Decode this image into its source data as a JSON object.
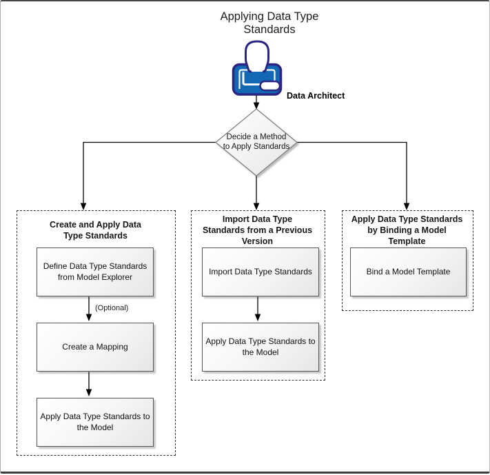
{
  "title": "Applying Data Type\nStandards",
  "actor": {
    "label": "Data Architect",
    "icon": "data-architect-person-icon"
  },
  "decision": {
    "label": "Decide a Method\nto Apply Standards"
  },
  "optional_label": "(Optional)",
  "groups": [
    {
      "title": "Create and Apply Data\nType Standards",
      "steps": [
        "Define Data Type Standards\nfrom Model Explorer",
        "Create a Mapping",
        "Apply Data Type Standards to\nthe Model"
      ]
    },
    {
      "title": "Import Data Type\nStandards from a Previous\nVersion",
      "steps": [
        "Import Data Type Standards",
        "Apply Data Type Standards to\nthe Model"
      ]
    },
    {
      "title": "Apply Data Type Standards\nby Binding a Model\nTemplate",
      "steps": [
        "Bind a Model Template"
      ]
    }
  ],
  "colors": {
    "icon_outline": "#2a2483",
    "icon_shirt": "#1268b3",
    "connector_line": "#000000",
    "step_border": "#555555",
    "diamond_border": "#7a7a7a"
  }
}
